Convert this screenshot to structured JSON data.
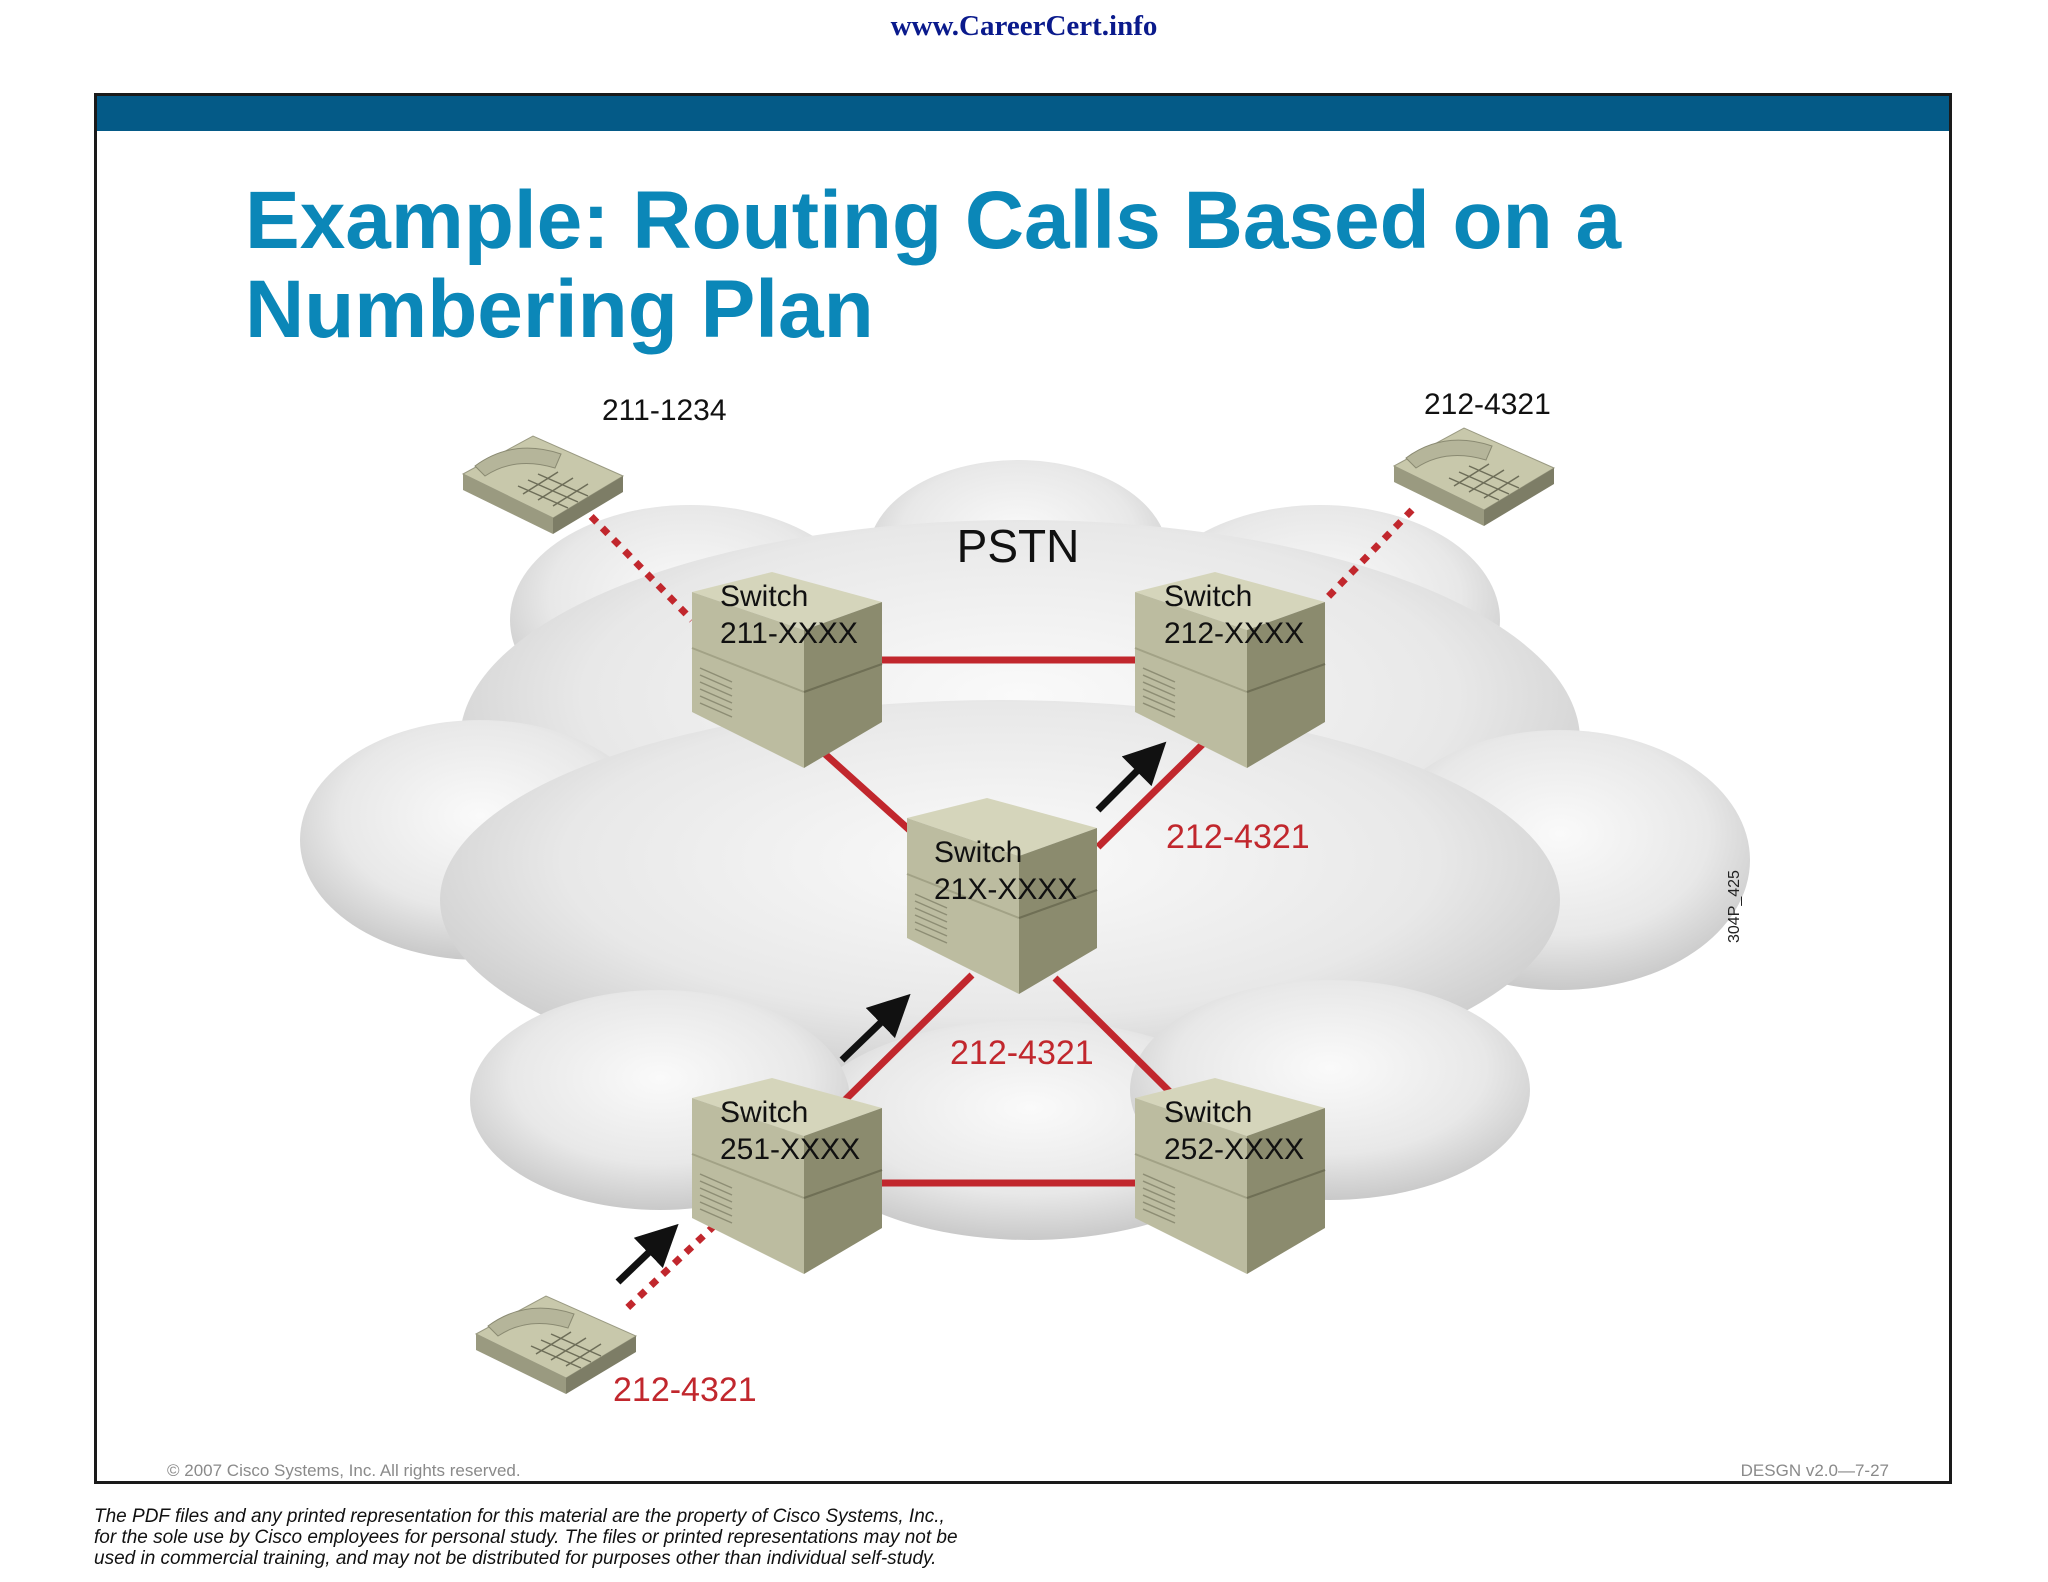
{
  "header": {
    "site_url": "www.CareerCert.info"
  },
  "slide": {
    "title_line1": "Example: Routing Calls Based on a",
    "title_line2": "Numbering Plan",
    "copyright": "© 2007 Cisco Systems, Inc. All rights reserved.",
    "course_code": "DESGN v2.0—7-27",
    "figure_id": "304P_425"
  },
  "diagram": {
    "cloud_label": "PSTN",
    "switches": {
      "s211": {
        "line1": "Switch",
        "line2": "211-XXXX"
      },
      "s212": {
        "line1": "Switch",
        "line2": "212-XXXX"
      },
      "s21x": {
        "line1": "Switch",
        "line2": "21X-XXXX"
      },
      "s251": {
        "line1": "Switch",
        "line2": "251-XXXX"
      },
      "s252": {
        "line1": "Switch",
        "line2": "252-XXXX"
      }
    },
    "phones": {
      "top_left": "211-1234",
      "top_right": "212-4321",
      "bottom_left": "212-4321"
    },
    "path_labels": {
      "mid_right": "212-4321",
      "mid_center": "212-4321"
    },
    "colors": {
      "link": "#c1272d",
      "cloud": "#e6e6e6",
      "switch": "#c4c4a6",
      "title": "#0b87b8",
      "bar": "#045a87"
    }
  },
  "footer": {
    "disclaimer_line1": "The PDF files and any printed representation for this material are the property of Cisco Systems, Inc.,",
    "disclaimer_line2": "for the sole use by Cisco employees for personal study. The files or printed representations may not be",
    "disclaimer_line3": "used in commercial training, and may not be distributed for purposes other than individual self-study."
  }
}
